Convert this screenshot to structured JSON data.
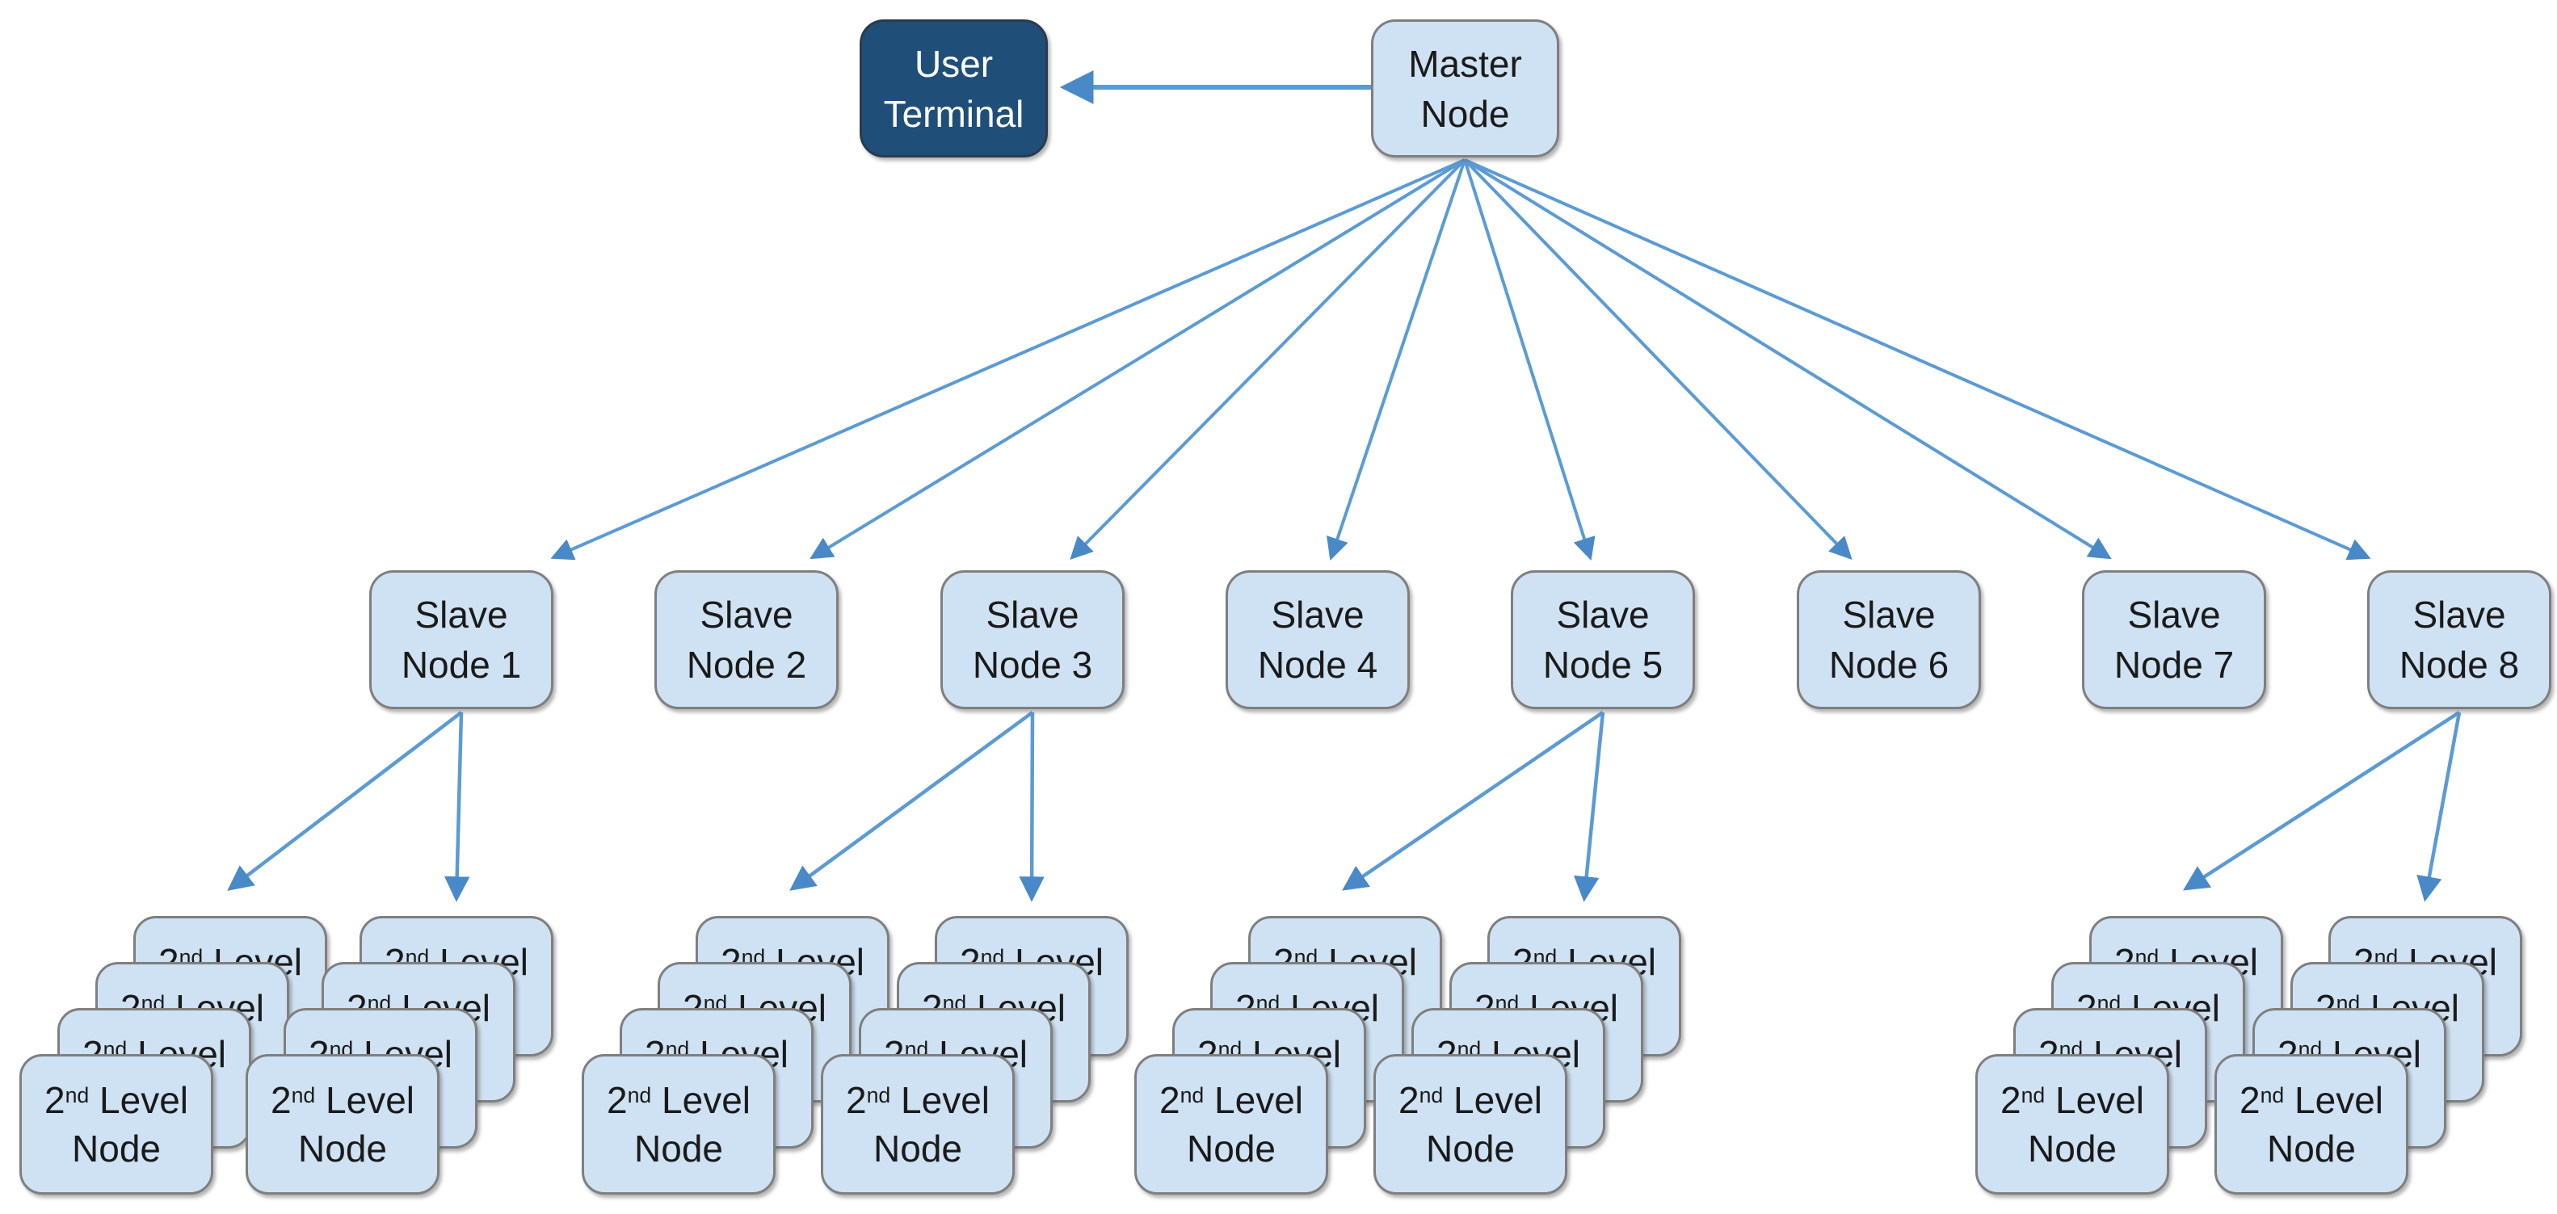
{
  "diagram": {
    "background_color": "#FFFFFF",
    "colors": {
      "node_fill": "#CFE2F3",
      "node_border": "#7F7F7F",
      "node_text": "#1A1A1A",
      "terminal_fill": "#1F4E79",
      "terminal_border": "#2B3B4C",
      "terminal_text": "#FFFFFF",
      "arrow_line": "#5B9BD5",
      "arrow_head": "#4A89C8"
    },
    "user_terminal": {
      "lines": [
        "User",
        "Terminal"
      ]
    },
    "master_node": {
      "lines": [
        "Master",
        "Node"
      ]
    },
    "slave_nodes": [
      {
        "id": 1,
        "lines": [
          "Slave",
          "Node 1"
        ],
        "has_children": true
      },
      {
        "id": 2,
        "lines": [
          "Slave",
          "Node 2"
        ],
        "has_children": false
      },
      {
        "id": 3,
        "lines": [
          "Slave",
          "Node 3"
        ],
        "has_children": true
      },
      {
        "id": 4,
        "lines": [
          "Slave",
          "Node 4"
        ],
        "has_children": false
      },
      {
        "id": 5,
        "lines": [
          "Slave",
          "Node 5"
        ],
        "has_children": true
      },
      {
        "id": 6,
        "lines": [
          "Slave",
          "Node 6"
        ],
        "has_children": false
      },
      {
        "id": 7,
        "lines": [
          "Slave",
          "Node 7"
        ],
        "has_children": false
      },
      {
        "id": 8,
        "lines": [
          "Slave",
          "Node 8"
        ],
        "has_children": true
      }
    ],
    "second_level_node": {
      "line1_base": "2",
      "line1_sup": "nd",
      "line1_rest": " Level",
      "line2": "Node",
      "cards_per_stack": 4,
      "stacks_per_parent": 2
    },
    "edges": {
      "master_to_terminal": true,
      "master_to_all_slaves": true,
      "slaves_with_stacks": [
        1,
        3,
        5,
        8
      ]
    }
  }
}
